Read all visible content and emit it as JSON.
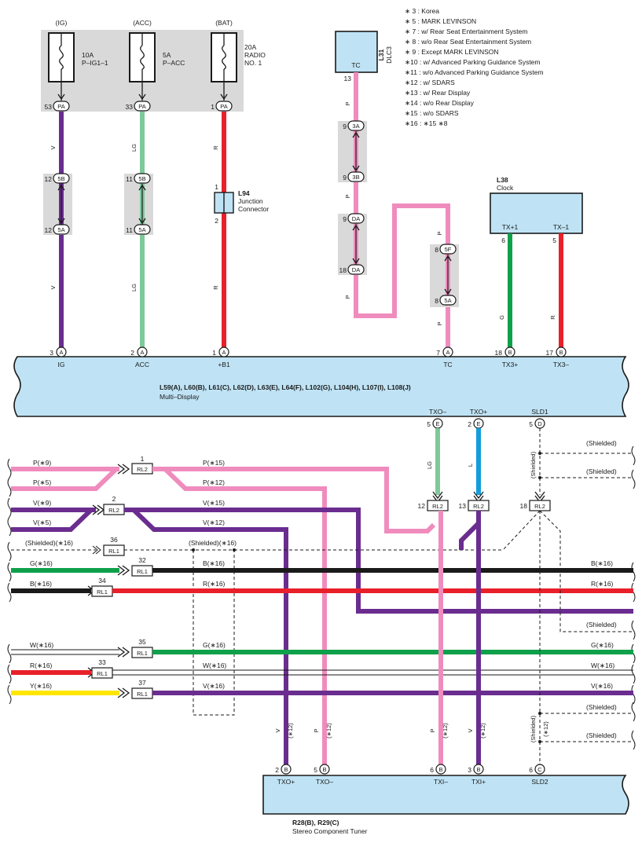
{
  "notes": [
    "∗ 3 : Korea",
    "∗ 5 : MARK LEVINSON",
    "∗ 7 : w/ Rear Seat Entertainment System",
    "∗ 8 : w/o Rear Seat Entertainment System",
    "∗ 9 : Except MARK LEVINSON",
    "∗10 : w/ Advanced Parking Guidance System",
    "∗11 : w/o Advanced Parking Guidance System",
    "∗12 : w/ SDARS",
    "∗13 : w/ Rear Display",
    "∗14 : w/o Rear Display",
    "∗15 : w/o SDARS",
    "∗16 : ∗15 ∗8"
  ],
  "fuses": {
    "ig": {
      "supply": "(IG)",
      "rating": "10A",
      "name": "P–IG1–1",
      "pin": "53",
      "connector": "PA"
    },
    "acc": {
      "supply": "(ACC)",
      "rating": "5A",
      "name": "P–ACC",
      "pin": "33",
      "connector": "PA"
    },
    "bat": {
      "supply": "(BAT)",
      "rating": "20A",
      "name1": "RADIO",
      "name2": "NO. 1",
      "pin": "1",
      "connector": "PA"
    }
  },
  "splices": {
    "ig": {
      "top_pin": "12",
      "top_conn": "5B",
      "bot_pin": "12",
      "bot_conn": "5A"
    },
    "acc": {
      "top_pin": "11",
      "top_conn": "5B",
      "bot_pin": "11",
      "bot_conn": "5A"
    },
    "tc1": {
      "top_pin": "9",
      "top_conn": "3A",
      "bot_pin": "9",
      "bot_conn": "3B"
    },
    "tc2": {
      "top_pin": "9",
      "top_conn": "DA",
      "bot_pin": "18",
      "bot_conn": "DA"
    },
    "tc3": {
      "top_pin": "8",
      "top_conn": "5F",
      "bot_pin": "8",
      "bot_conn": "5A"
    }
  },
  "wire_colors": {
    "v": "V",
    "lg": "LG",
    "r": "R",
    "p": "P",
    "g": "G",
    "l": "L"
  },
  "junction": {
    "id": "L94",
    "line1": "Junction",
    "line2": "Connector",
    "pin_top": "1",
    "pin_bottom": "2"
  },
  "dlc3": {
    "id": "L31",
    "name": "DLC3",
    "terminal": "TC",
    "pin": "13"
  },
  "clock": {
    "id": "L38",
    "name": "Clock",
    "tx1": "TX+1",
    "tx2": "TX–1",
    "pin1": "6",
    "pin2": "5"
  },
  "multi_display": {
    "title": "L59(A), L60(B), L61(C), L62(D), L63(E), L64(F), L102(G), L104(H), L107(I), L108(J)",
    "subtitle": "Multi–Display",
    "top_pins": [
      {
        "num": "3",
        "conn": "A",
        "label": "IG"
      },
      {
        "num": "2",
        "conn": "A",
        "label": "ACC"
      },
      {
        "num": "1",
        "conn": "A",
        "label": "+B1"
      },
      {
        "num": "7",
        "conn": "A",
        "label": "TC"
      },
      {
        "num": "18",
        "conn": "B",
        "label": "TX3+"
      },
      {
        "num": "17",
        "conn": "B",
        "label": "TX3–"
      }
    ],
    "bottom_pins": [
      {
        "num": "5",
        "conn": "E",
        "label": "TXO–"
      },
      {
        "num": "2",
        "conn": "E",
        "label": "TXO+"
      },
      {
        "num": "5",
        "conn": "D",
        "label": "SLD1"
      }
    ]
  },
  "tuner": {
    "title": "R28(B), R29(C)",
    "subtitle": "Stereo Component Tuner",
    "pins": [
      {
        "num": "2",
        "conn": "B",
        "label": "TXO+"
      },
      {
        "num": "5",
        "conn": "B",
        "label": "TXO–"
      },
      {
        "num": "6",
        "conn": "B",
        "label": "TXI–"
      },
      {
        "num": "3",
        "conn": "B",
        "label": "TXI+"
      },
      {
        "num": "6",
        "conn": "C",
        "label": "SLD2"
      }
    ]
  },
  "relay_connectors": [
    {
      "pin": "1",
      "name": "RL2"
    },
    {
      "pin": "2",
      "name": "RL2"
    },
    {
      "pin": "36",
      "name": "RL1"
    },
    {
      "pin": "32",
      "name": "RL1"
    },
    {
      "pin": "34",
      "name": "RL1"
    },
    {
      "pin": "35",
      "name": "RL1"
    },
    {
      "pin": "33",
      "name": "RL1"
    },
    {
      "pin": "37",
      "name": "RL1"
    },
    {
      "pin": "12",
      "name": "RL2"
    },
    {
      "pin": "13",
      "name": "RL2"
    },
    {
      "pin": "18",
      "name": "RL2"
    }
  ],
  "wire_labels": {
    "p9": "P(∗9)",
    "p5": "P(∗5)",
    "p15": "P(∗15)",
    "p12": "P(∗12)",
    "v9": "V(∗9)",
    "v5": "V(∗5)",
    "v15": "V(∗15)",
    "v12": "V(∗12)",
    "shield16": "(Shielded)(∗16)",
    "shield16b": "(Shielded)(∗16)",
    "g16": "G(∗16)",
    "b16": "B(∗16)",
    "b16b": "B(∗16)",
    "b16r": "B(∗16)",
    "r16": "R(∗16)",
    "r16r": "R(∗16)",
    "w16": "W(∗16)",
    "g16b": "G(∗16)",
    "g16r": "G(∗16)",
    "r16c": "R(∗16)",
    "w16b": "W(∗16)",
    "w16r": "W(∗16)",
    "y16": "Y(∗16)",
    "v16": "V(∗16)",
    "v16r": "V(∗16)",
    "shielded": "(Shielded)",
    "v_star12": "V",
    "p_star12": "P",
    "star12": "(∗12)"
  },
  "colors": {
    "violet": "#6a2d8f",
    "light_green": "#7ec99a",
    "red": "#e8202a",
    "pink": "#f08cbd",
    "green": "#0ea04a",
    "blue": "#139ddb",
    "black": "#1a1a1a",
    "yellow": "#ffe600",
    "box_fill": "#bfe3f5",
    "fuse_bg": "#d9d9d9"
  }
}
